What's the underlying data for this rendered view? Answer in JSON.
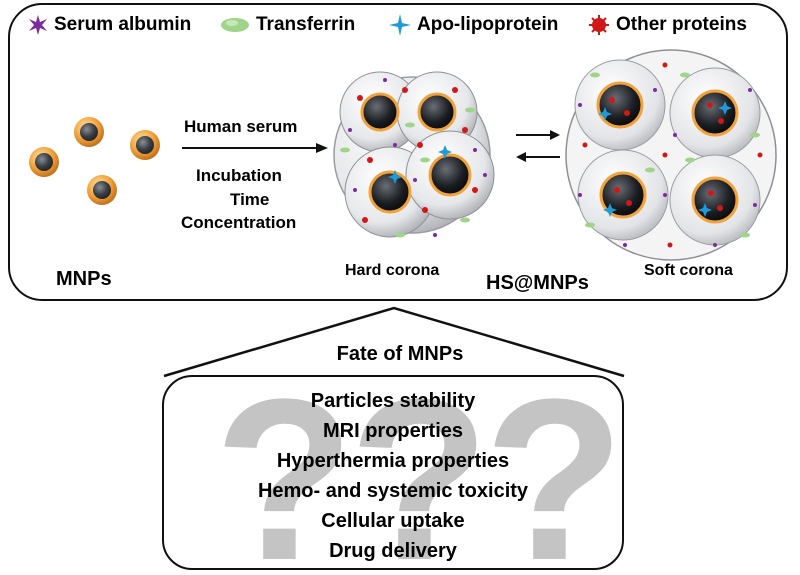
{
  "legend": [
    {
      "symbol": "star-icon",
      "color": "#7a2c9e",
      "label": "Serum albumin"
    },
    {
      "symbol": "ellipse-icon",
      "color": "#9fd48a",
      "label": "Transferrin"
    },
    {
      "symbol": "sparkle-icon",
      "color": "#1f9ad8",
      "label": "Apo-lipoprotein"
    },
    {
      "symbol": "spiky-ball-icon",
      "color": "#d01818",
      "label": "Other proteins"
    }
  ],
  "labels": {
    "mnps": "MNPs",
    "human_serum": "Human serum",
    "incubation": "Incubation",
    "time": "Time",
    "concentration": "Concentration",
    "hard_corona": "Hard corona",
    "hs_mnps": "HS@MNPs",
    "soft_corona": "Soft corona"
  },
  "fate": {
    "title": "Fate of MNPs",
    "question_marks": "???",
    "items": [
      "Particles stability",
      "MRI properties",
      "Hyperthermia properties",
      "Hemo- and systemic toxicity",
      "Cellular uptake",
      "Drug delivery"
    ]
  },
  "colors": {
    "albumin": "#7a2c9e",
    "transferrin": "#9fd48a",
    "apolipoprotein": "#1f9ad8",
    "other": "#d01818",
    "shell": "#f2a23b",
    "corona": "#d9dadd",
    "question": "#c4c4c4"
  }
}
